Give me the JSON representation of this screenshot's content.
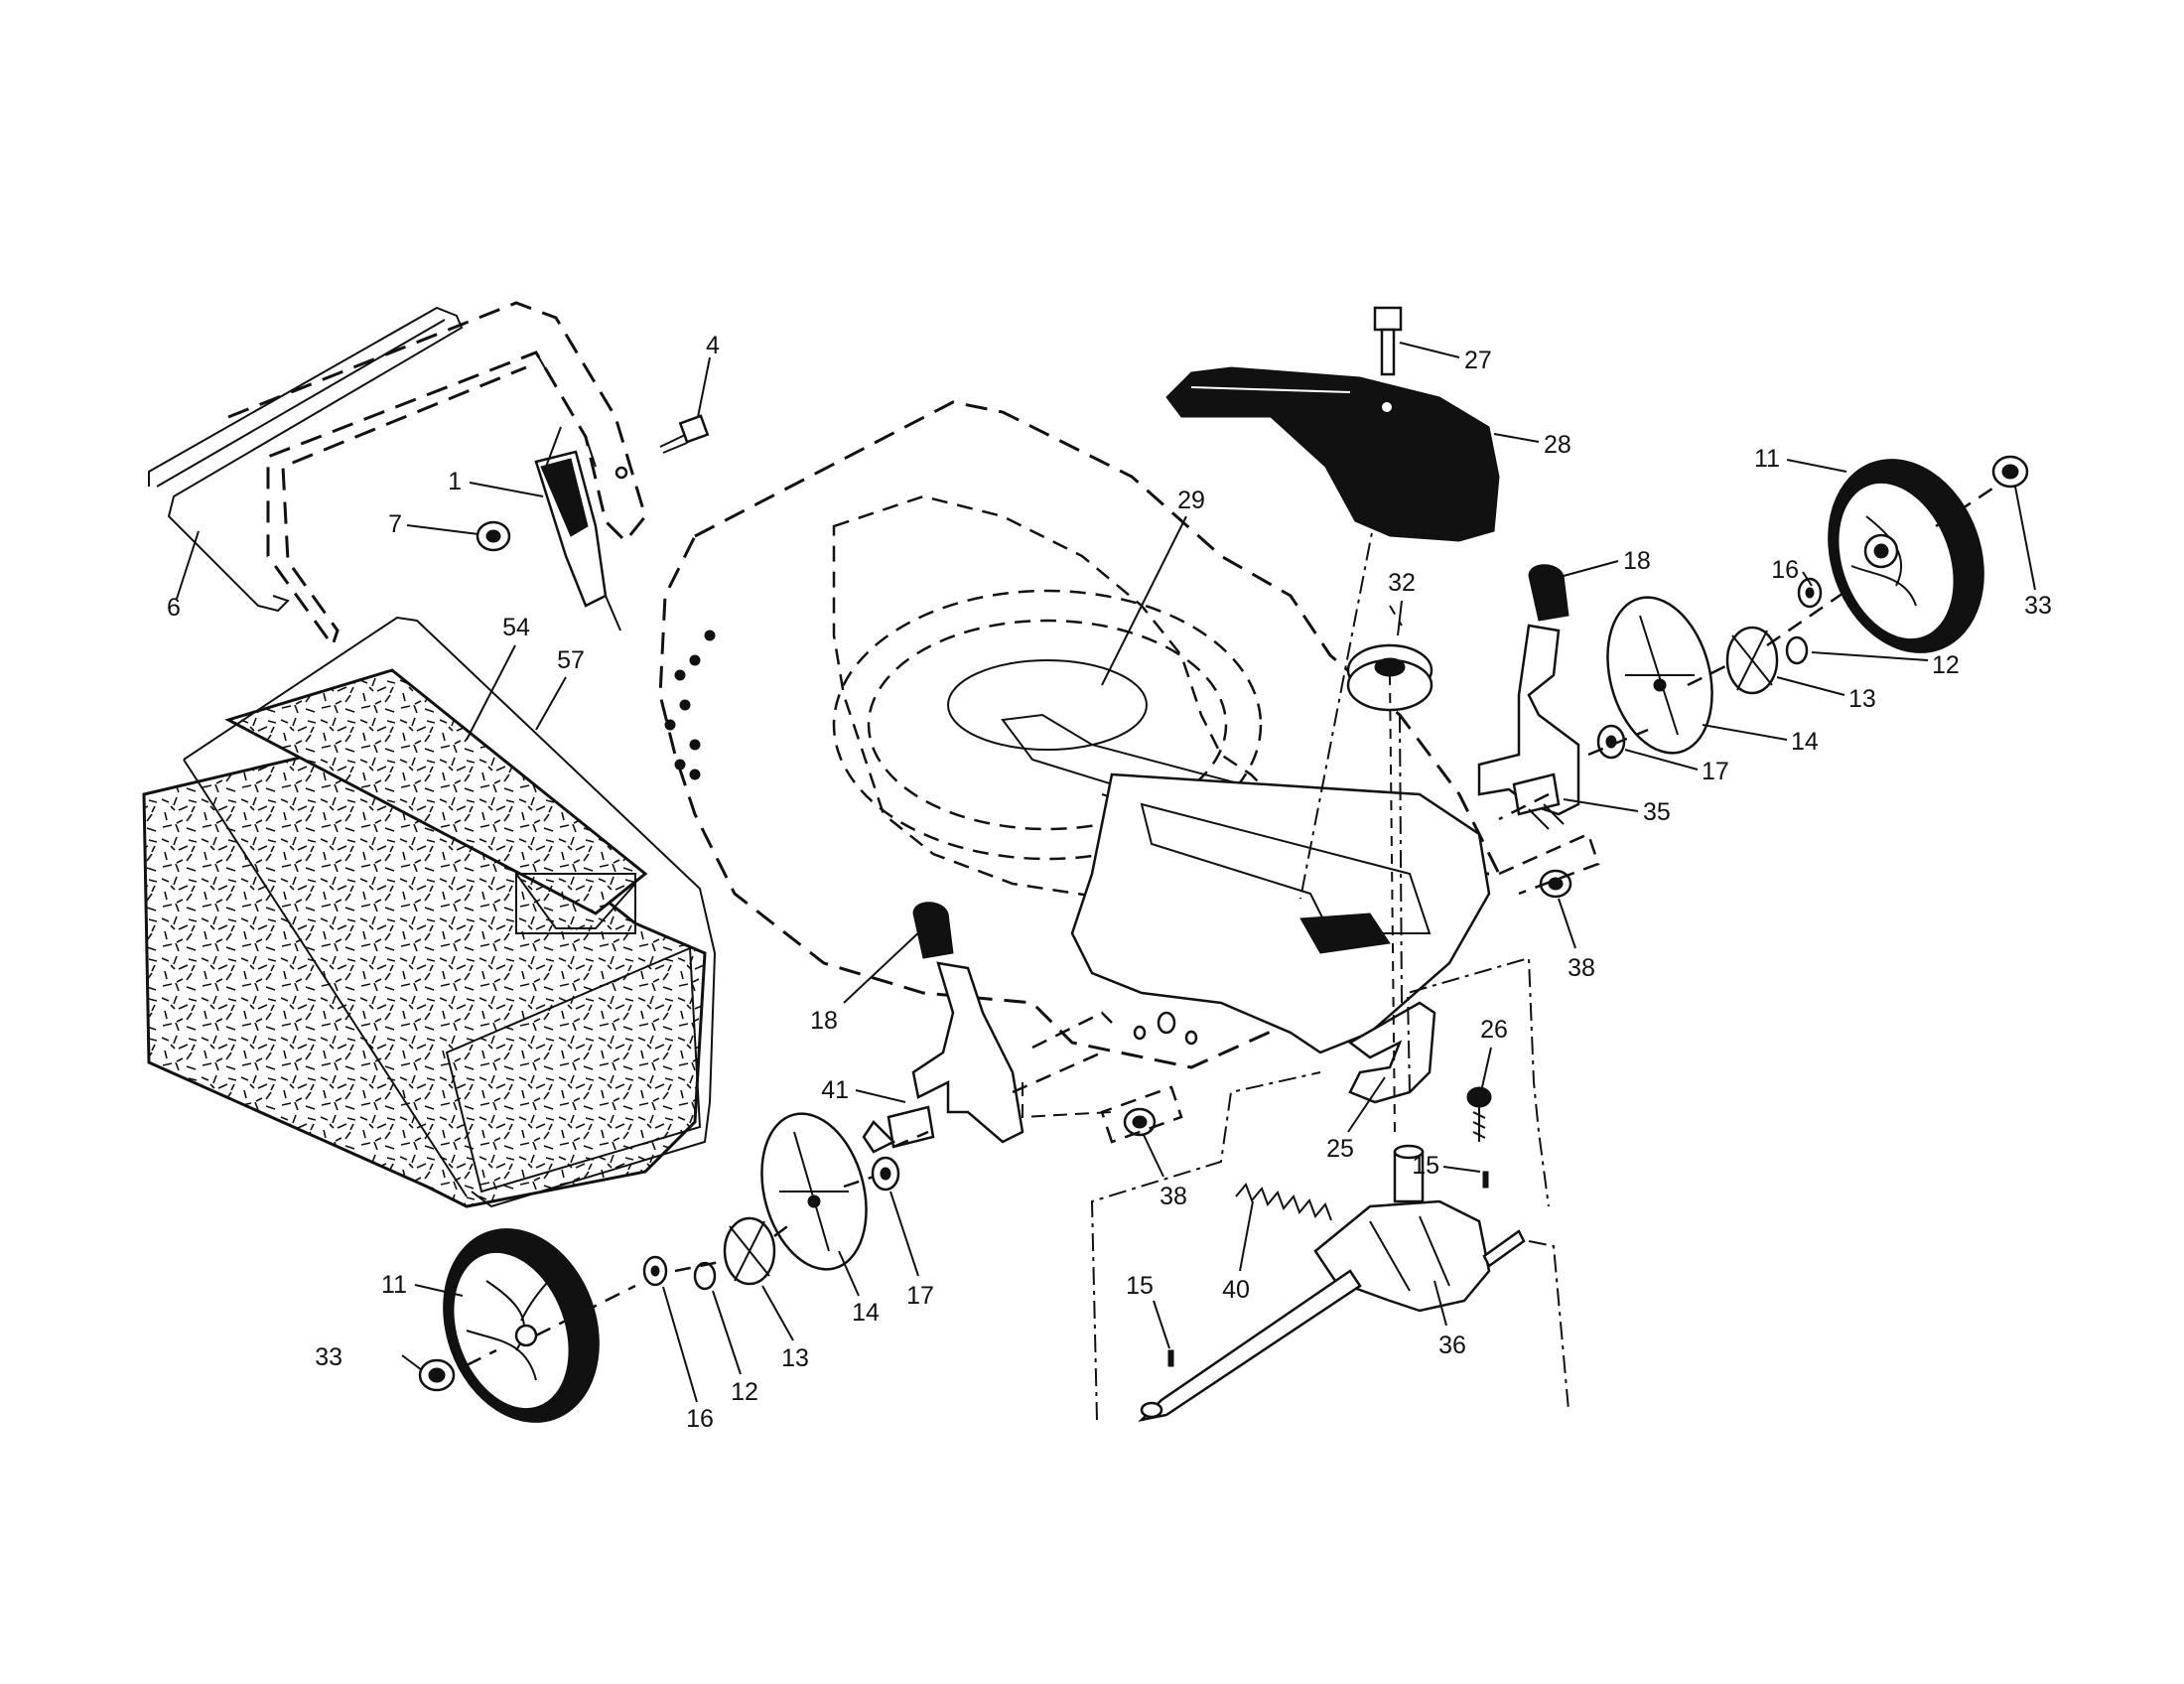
{
  "colors": {
    "ink": "#111111",
    "paper": "#ffffff"
  },
  "callouts": [
    {
      "id": "c1",
      "text": "1"
    },
    {
      "id": "c4",
      "text": "4"
    },
    {
      "id": "c6",
      "text": "6"
    },
    {
      "id": "c7",
      "text": "7"
    },
    {
      "id": "c11a",
      "text": "11"
    },
    {
      "id": "c11b",
      "text": "11"
    },
    {
      "id": "c12a",
      "text": "12"
    },
    {
      "id": "c12b",
      "text": "12"
    },
    {
      "id": "c13a",
      "text": "13"
    },
    {
      "id": "c13b",
      "text": "13"
    },
    {
      "id": "c14a",
      "text": "14"
    },
    {
      "id": "c14b",
      "text": "14"
    },
    {
      "id": "c15a",
      "text": "15"
    },
    {
      "id": "c15b",
      "text": "15"
    },
    {
      "id": "c16a",
      "text": "16"
    },
    {
      "id": "c16b",
      "text": "16"
    },
    {
      "id": "c17a",
      "text": "17"
    },
    {
      "id": "c17b",
      "text": "17"
    },
    {
      "id": "c18a",
      "text": "18"
    },
    {
      "id": "c18b",
      "text": "18"
    },
    {
      "id": "c25",
      "text": "25"
    },
    {
      "id": "c26",
      "text": "26"
    },
    {
      "id": "c27",
      "text": "27"
    },
    {
      "id": "c28",
      "text": "28"
    },
    {
      "id": "c29",
      "text": "29"
    },
    {
      "id": "c32",
      "text": "32"
    },
    {
      "id": "c33a",
      "text": "33"
    },
    {
      "id": "c33b",
      "text": "33"
    },
    {
      "id": "c35",
      "text": "35"
    },
    {
      "id": "c36",
      "text": "36"
    },
    {
      "id": "c38a",
      "text": "38"
    },
    {
      "id": "c38b",
      "text": "38"
    },
    {
      "id": "c40",
      "text": "40"
    },
    {
      "id": "c41",
      "text": "41"
    },
    {
      "id": "c54",
      "text": "54"
    },
    {
      "id": "c57",
      "text": "57"
    }
  ]
}
